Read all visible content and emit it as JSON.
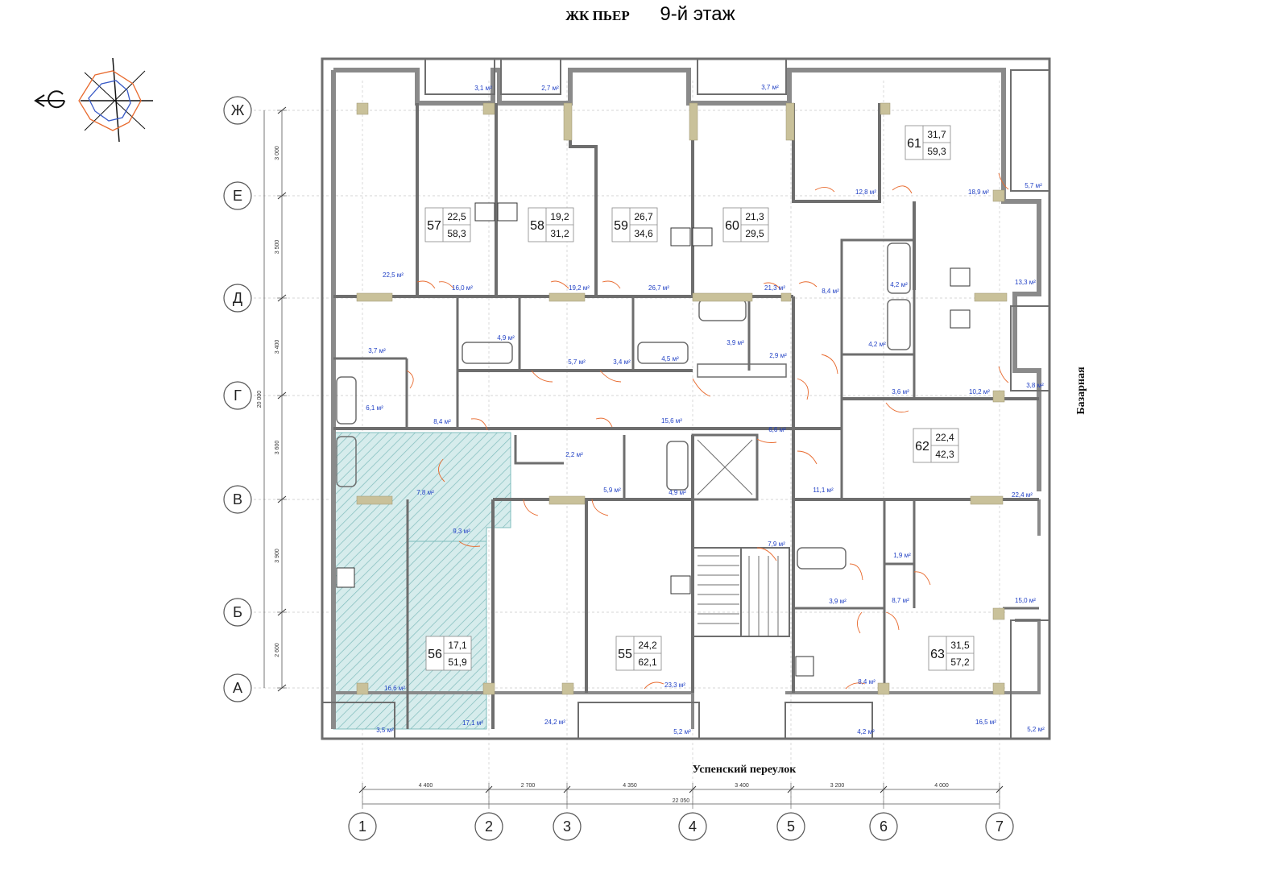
{
  "header": {
    "complex": "ЖК ПЬЕР",
    "floor": "9-й этаж"
  },
  "streets": {
    "bottom": "Успенский переулок",
    "right": "Базарная"
  },
  "row_axes": [
    "Ж",
    "Е",
    "Д",
    "Г",
    "В",
    "Б",
    "А"
  ],
  "column_axes": [
    "1",
    "2",
    "3",
    "4",
    "5",
    "6",
    "7"
  ],
  "row_dimensions": [
    "3 000",
    "3 500",
    "3 400",
    "3 600",
    "3 900",
    "2 600"
  ],
  "row_total": "20 000",
  "column_dimensions": [
    "4 400",
    "2 700",
    "4 350",
    "3 400",
    "3 200",
    "4 000"
  ],
  "column_total": "22 050",
  "apartments": [
    {
      "num": "57",
      "living": "22,5",
      "total": "58,3"
    },
    {
      "num": "58",
      "living": "19,2",
      "total": "31,2"
    },
    {
      "num": "59",
      "living": "26,7",
      "total": "34,6"
    },
    {
      "num": "60",
      "living": "21,3",
      "total": "29,5"
    },
    {
      "num": "61",
      "living": "31,7",
      "total": "59,3"
    },
    {
      "num": "62",
      "living": "22,4",
      "total": "42,3"
    },
    {
      "num": "63",
      "living": "31,5",
      "total": "57,2"
    },
    {
      "num": "55",
      "living": "24,2",
      "total": "62,1"
    },
    {
      "num": "56",
      "living": "17,1",
      "total": "51,9"
    }
  ],
  "room_areas": [
    "3,1 м²",
    "2,7 м²",
    "3,7 м²",
    "12,8 м²",
    "18,9 м²",
    "5,7 м²",
    "22,5 м²",
    "16,0 м²",
    "19,2 м²",
    "26,7 м²",
    "21,3 м²",
    "8,4 м²",
    "4,2 м²",
    "13,3 м²",
    "3,7 м²",
    "4,9 м²",
    "5,7 м²",
    "3,4 м²",
    "4,5 м²",
    "3,9 м²",
    "2,9 м²",
    "4,2 м²",
    "6,1 м²",
    "8,4 м²",
    "15,6 м²",
    "6,6 м²",
    "3,6 м²",
    "10,2 м²",
    "3,8 м²",
    "2,2 м²",
    "7,8 м²",
    "5,9 м²",
    "4,9 м²",
    "11,1 м²",
    "22,4 м²",
    "9,3 м²",
    "7,9 м²",
    "1,9 м²",
    "3,9 м²",
    "8,7 м²",
    "15,0 м²",
    "16,6 м²",
    "23,3 м²",
    "8,4 м²",
    "3,5 м²",
    "17,1 м²",
    "24,2 м²",
    "5,2 м²",
    "4,2 м²",
    "16,5 м²",
    "5,2 м²"
  ],
  "colors": {
    "wall": "#7a7a7a",
    "area_text": "#1f3fc4",
    "hatch": "#8fc9c9",
    "door": "#e86a2e",
    "column": "#c9c19a"
  }
}
